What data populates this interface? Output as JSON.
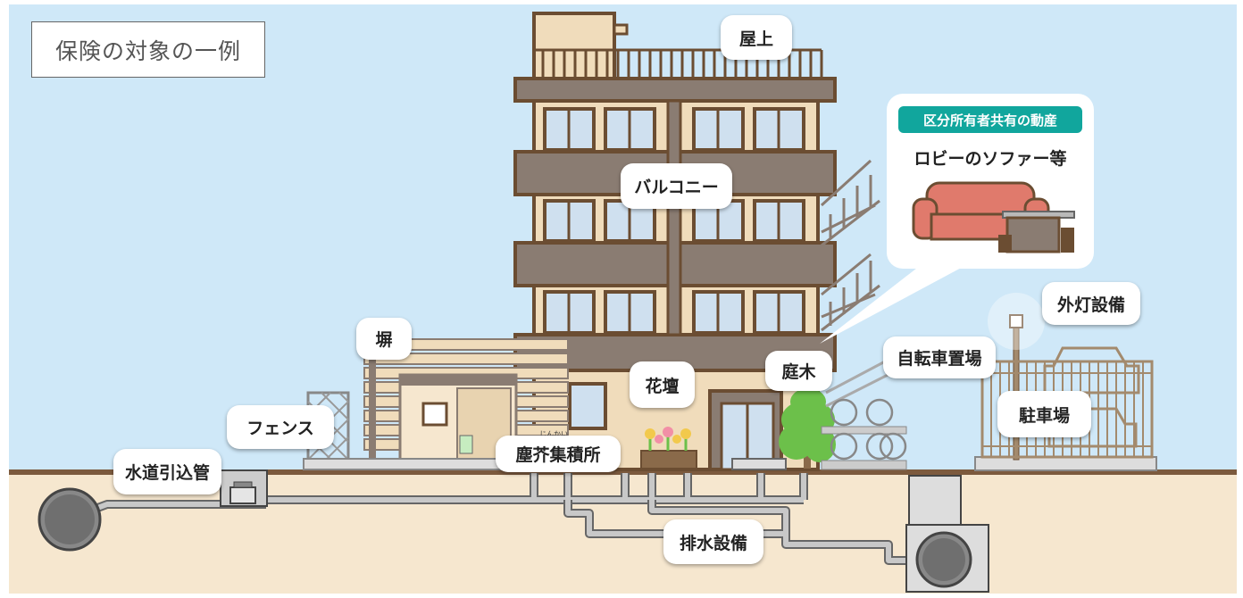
{
  "title": "保険の対象の一例",
  "labels": {
    "rooftop": "屋上",
    "balcony": "バルコニー",
    "wall": "塀",
    "flowerbed": "花壇",
    "garden_tree": "庭木",
    "bicycle_parking": "自転車置場",
    "outdoor_light": "外灯設備",
    "parking": "駐車場",
    "fence": "フェンス",
    "water_pipe": "水道引込管",
    "garbage_station": "塵芥集積所",
    "garbage_station_ruby": "じんかい",
    "drainage": "排水設備"
  },
  "callout": {
    "badge": "区分所有者共有の動産",
    "text": "ロビーのソファー等"
  },
  "colors": {
    "sky": "#cfe8f8",
    "ground": "#f6e7cf",
    "ground_line": "#7c5a3e",
    "building_wall": "#f0dcbb",
    "building_band": "#8a7c72",
    "outline": "#6b4d32",
    "window_glass": "#cfe0ef",
    "teal": "#11a69d",
    "sofa": "#e07a6c",
    "pipe": "#c8c8c8",
    "pipe_outline": "#666666",
    "tree_green": "#6cc04a"
  }
}
